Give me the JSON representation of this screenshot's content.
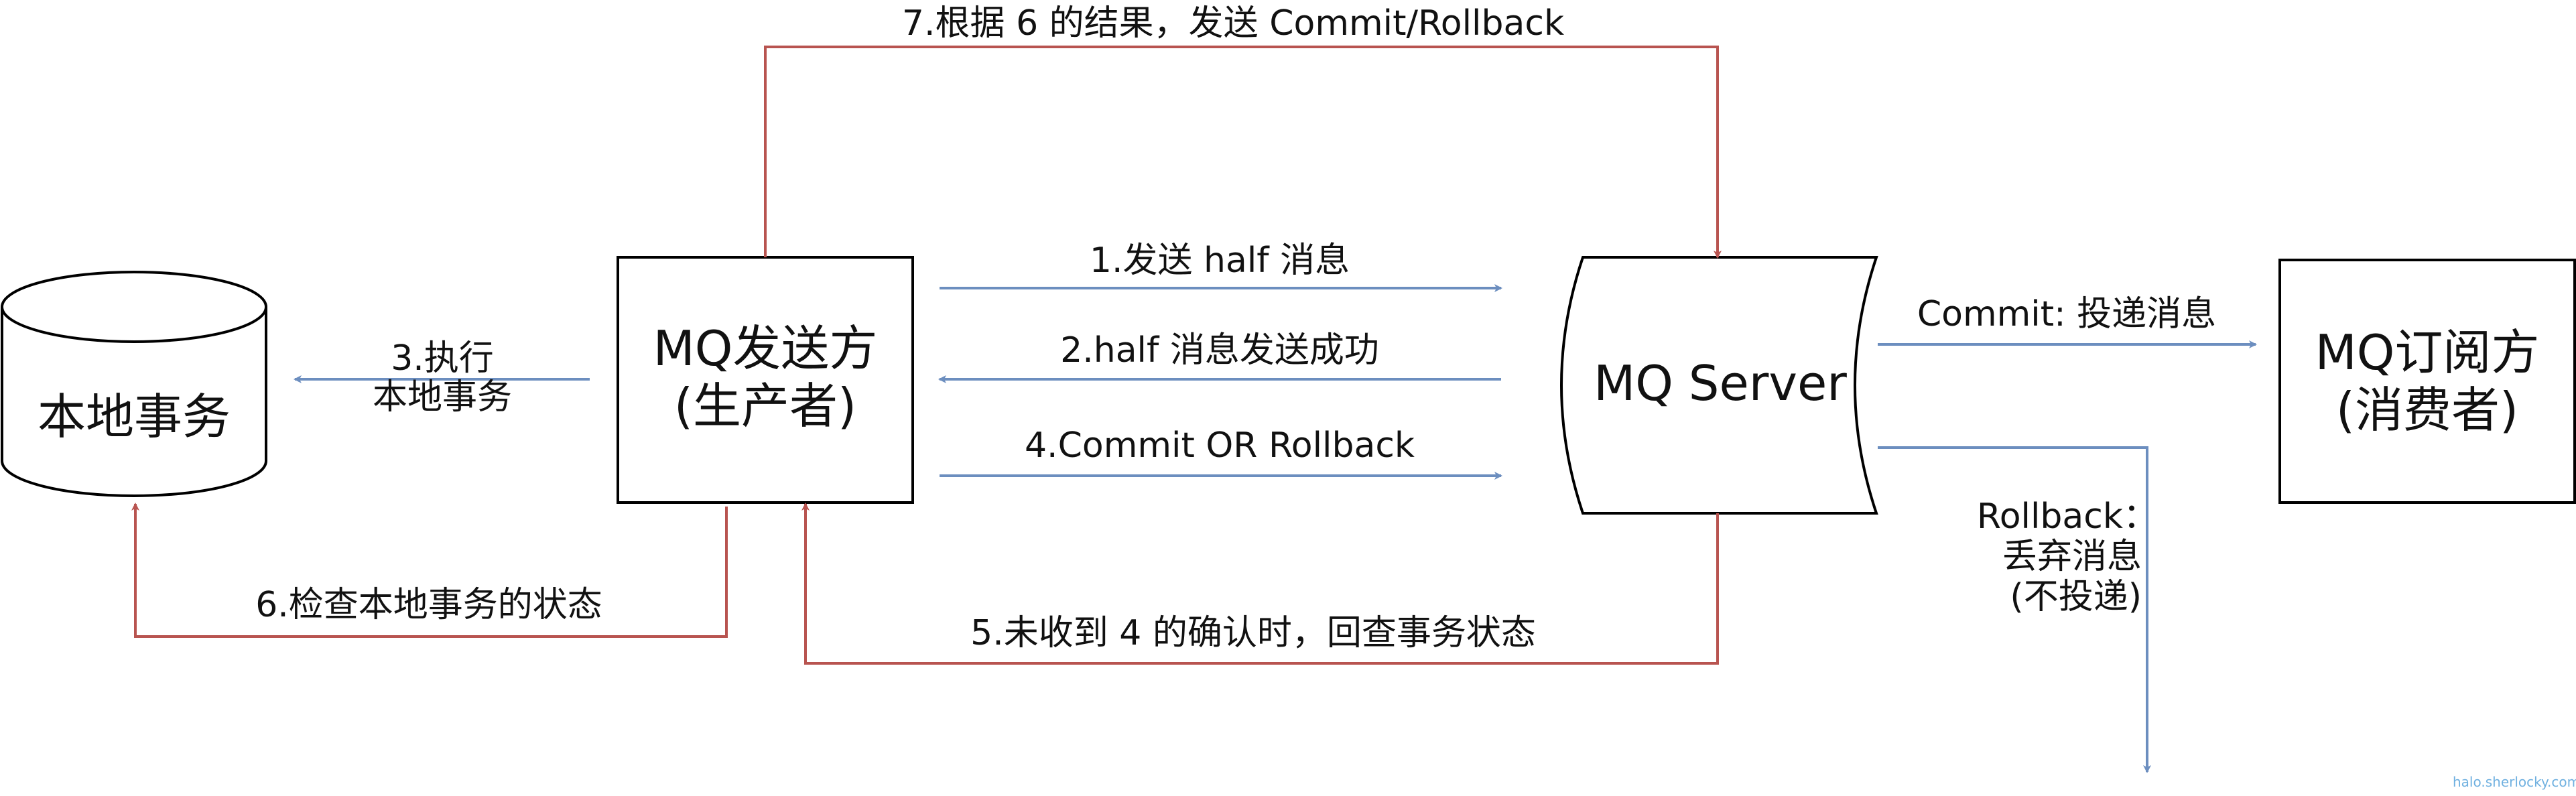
{
  "nodes": {
    "local_tx": "本地事务",
    "producer_line1": "MQ发送方",
    "producer_line2": "(生产者)",
    "server": "MQ Server",
    "consumer_line1": "MQ订阅方",
    "consumer_line2": "(消费者)"
  },
  "edges": {
    "step1": "1.发送 half 消息",
    "step2": "2.half 消息发送成功",
    "step3_line1": "3.执行",
    "step3_line2": "本地事务",
    "step4": "4.Commit OR Rollback",
    "step5": "5.未收到 4 的确认时，回查事务状态",
    "step6": "6.检查本地事务的状态",
    "step7": "7.根据 6 的结果，发送 Commit/Rollback",
    "commit": "Commit: 投递消息",
    "rollback_line1": "Rollback：",
    "rollback_line2": "丢弃消息",
    "rollback_line3": "(不投递)"
  },
  "watermark": "halo.sherlocky.com",
  "colors": {
    "blue_arrow": "#6c8ebf",
    "red_arrow": "#b85450",
    "shape_stroke": "#000000"
  }
}
